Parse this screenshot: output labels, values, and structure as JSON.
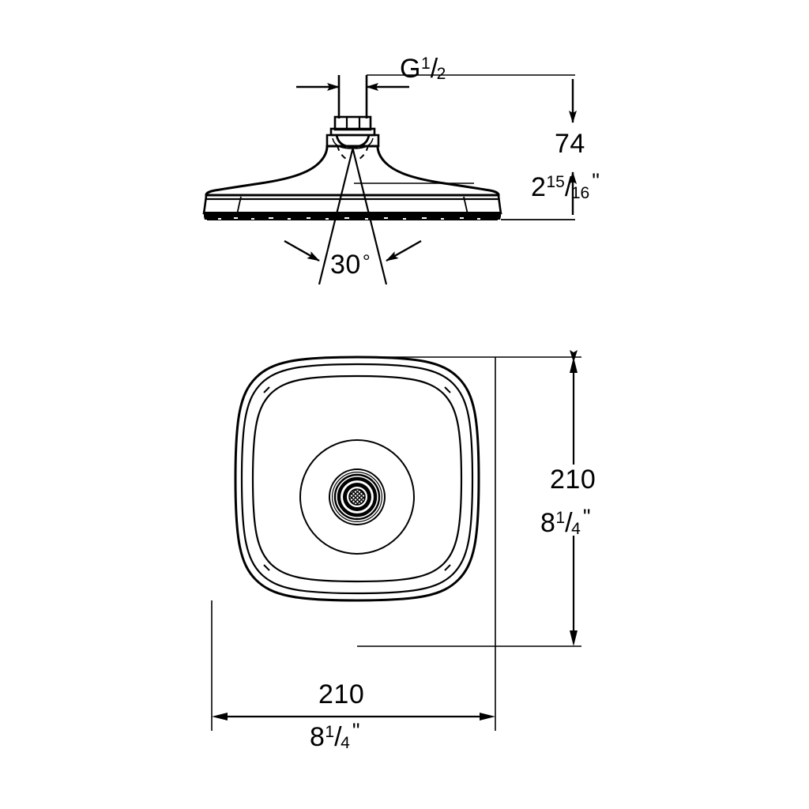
{
  "document": {
    "type": "technical-dimension-drawing",
    "subject": "square shower head",
    "background_color": "#ffffff",
    "line_color": "#000000"
  },
  "views": {
    "side_view": {
      "name": "side-elevation-view",
      "label": ""
    },
    "bottom_view": {
      "name": "bottom-plan-view",
      "label": ""
    }
  },
  "dimensions": {
    "thread": {
      "name": "thread-size",
      "prefix": "G",
      "numerator": "1",
      "slash": "/",
      "denominator": "2",
      "full_text": "G 1/2"
    },
    "height_mm": {
      "name": "height-metric",
      "value": "74",
      "unit": "mm",
      "full_text": "74"
    },
    "height_in": {
      "name": "height-imperial",
      "whole": "2",
      "numerator": "15",
      "slash": "/",
      "denominator": "16",
      "inch_mark": "\"",
      "full_text": "2 15/16\""
    },
    "spray_angle": {
      "name": "spray-angle",
      "value": "30",
      "symbol": "°",
      "full_text": "30°"
    },
    "width_mm": {
      "name": "width-metric",
      "value": "210",
      "unit": "mm",
      "full_text": "210"
    },
    "width_in": {
      "name": "width-imperial",
      "whole": "8",
      "numerator": "1",
      "slash": "/",
      "denominator": "4",
      "inch_mark": "\"",
      "full_text": "8 1/4\""
    },
    "depth_mm": {
      "name": "depth-metric",
      "value": "210",
      "unit": "mm",
      "full_text": "210"
    },
    "depth_in": {
      "name": "depth-imperial",
      "whole": "8",
      "numerator": "1",
      "slash": "/",
      "denominator": "4",
      "inch_mark": "\"",
      "full_text": "8 1/4\""
    }
  }
}
